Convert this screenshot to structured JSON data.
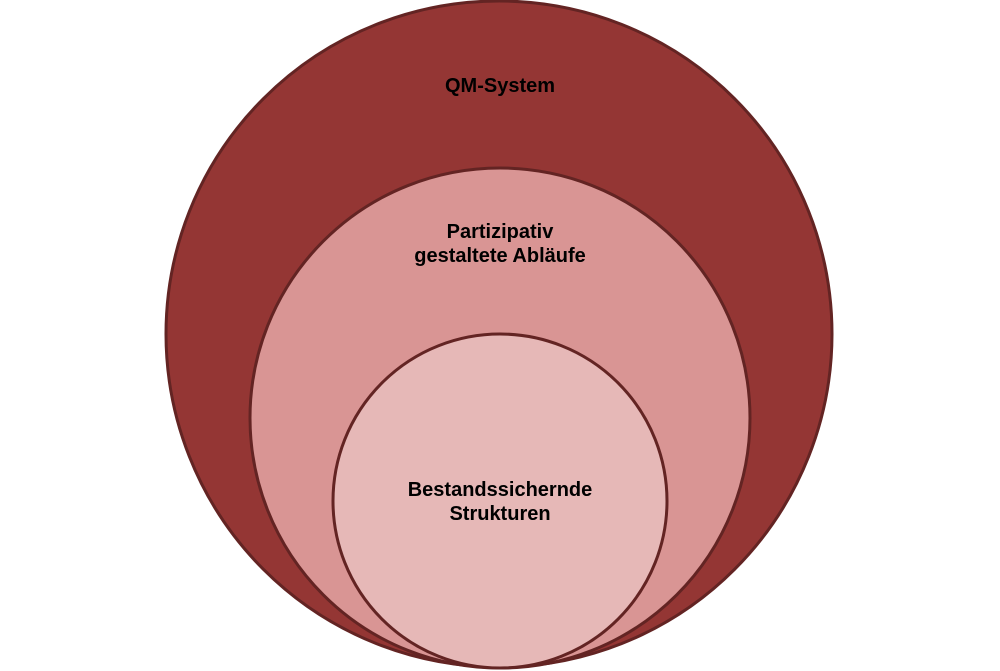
{
  "diagram": {
    "type": "nested-circles",
    "layers": [
      {
        "label": "QM-System",
        "fill": "#943634"
      },
      {
        "label_line1": "Partizipativ",
        "label_line2": "gestaltete Abläufe",
        "fill": "#D99594"
      },
      {
        "label_line1": "Bestandssichernde",
        "label_line2": "Strukturen",
        "fill": "#E6B8B7"
      }
    ],
    "stroke": "#632423"
  }
}
